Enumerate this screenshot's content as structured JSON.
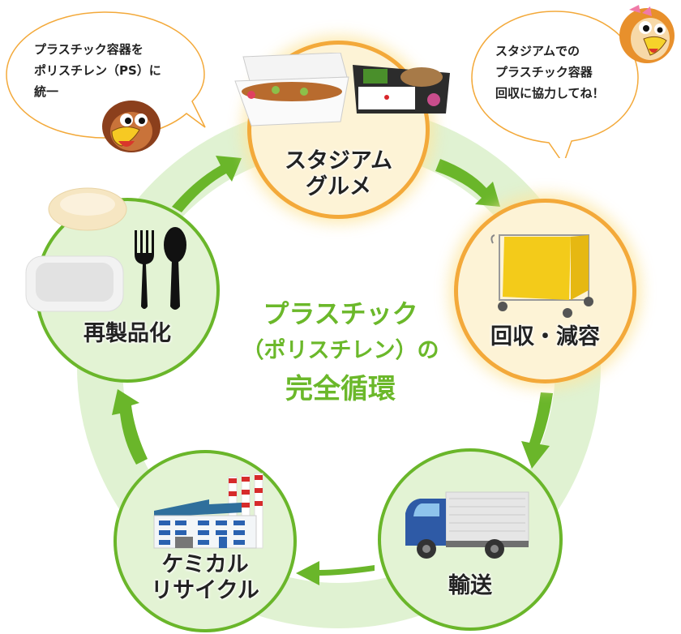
{
  "colors": {
    "arrow_green": "#6ab62a",
    "ring_band": "#e0f2d2",
    "orange_border": "#f3a93a",
    "orange_fill": "#fdf3d6",
    "green_fill": "#e3f3d4",
    "center_text": "#6bb82a"
  },
  "center": {
    "line1": "プラスチック",
    "line2": "（ポリスチレン）の",
    "line3": "完全循環"
  },
  "nodes": [
    {
      "id": "stadium-gourmet",
      "label": "スタジアム\nグルメ",
      "icon": "bento-boxes-icon",
      "style": "orange"
    },
    {
      "id": "collection",
      "label": "回収・減容",
      "icon": "collection-cart-icon",
      "style": "orange"
    },
    {
      "id": "transport",
      "label": "輸送",
      "icon": "truck-icon",
      "style": "green"
    },
    {
      "id": "chemical-recycle",
      "label": "ケミカル\nリサイクル",
      "icon": "factory-icon",
      "style": "green"
    },
    {
      "id": "reproduction",
      "label": "再製品化",
      "icon": "containers-cutlery-icon",
      "style": "green"
    }
  ],
  "bubbles": {
    "left": {
      "text": "プラスチック容器を\nポリスチレン（PS）に\n統一",
      "mascot": "hawk-mascot-icon"
    },
    "right": {
      "text": "スタジアムでの\nプラスチック容器\n回収に協力してね！",
      "mascot": "hawk-girl-mascot-icon"
    }
  }
}
